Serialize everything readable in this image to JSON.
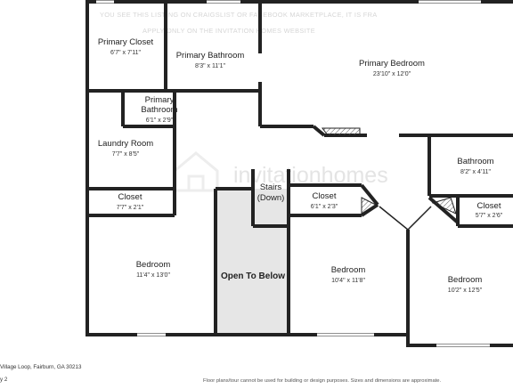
{
  "watermark": {
    "line1": "YOU SEE THIS LISTING ON CRAIGSLIST OR FACEBOOK MARKETPLACE, IT IS FRA",
    "line2": "APPLY ONLY ON THE INVITATION HOMES WEBSITE"
  },
  "brand": {
    "text": "invitationhomes",
    "icon": "house-logo-icon"
  },
  "rooms": {
    "primary_closet": {
      "name": "Primary Closet",
      "dims": "6'7\" x 7'11\""
    },
    "primary_bathroom_upper": {
      "name": "Primary Bathroom",
      "dims": "8'3\" x 11'1\""
    },
    "primary_bedroom": {
      "name": "Primary Bedroom",
      "dims": "23'10\" x 12'0\""
    },
    "primary_bathroom_lower": {
      "name_line1": "Primary",
      "name_line2": "Bathroom",
      "dims": "6'1\" x 2'9\""
    },
    "laundry_room": {
      "name": "Laundry Room",
      "dims": "7'7\" x 8'5\""
    },
    "bathroom": {
      "name": "Bathroom",
      "dims": "8'2\" x 4'11\""
    },
    "closet_left": {
      "name": "Closet",
      "dims": "7'7\" x 2'1\""
    },
    "stairs": {
      "line1": "Stairs",
      "line2": "(Down)"
    },
    "closet_middle": {
      "name": "Closet",
      "dims": "6'1\" x 2'3\""
    },
    "closet_right": {
      "name": "Closet",
      "dims": "5'7\" x 2'6\""
    },
    "bedroom_left": {
      "name": "Bedroom",
      "dims": "11'4\" x 13'0\""
    },
    "open_to_below": {
      "name": "Open To Below"
    },
    "bedroom_middle": {
      "name": "Bedroom",
      "dims": "10'4\" x 11'8\""
    },
    "bedroom_right": {
      "name": "Bedroom",
      "dims": "10'2\" x 12'5\""
    }
  },
  "footer": {
    "address": "Village Loop, Fairburn, GA 30213",
    "floor": "y 2",
    "disclaimer": "Floor plans/tour cannot be used for building or design purposes. Sizes and dimensions are approximate."
  },
  "colors": {
    "wall": "#222222",
    "open_to_below_fill": "#e8e8e8",
    "window": "#ffffff"
  }
}
